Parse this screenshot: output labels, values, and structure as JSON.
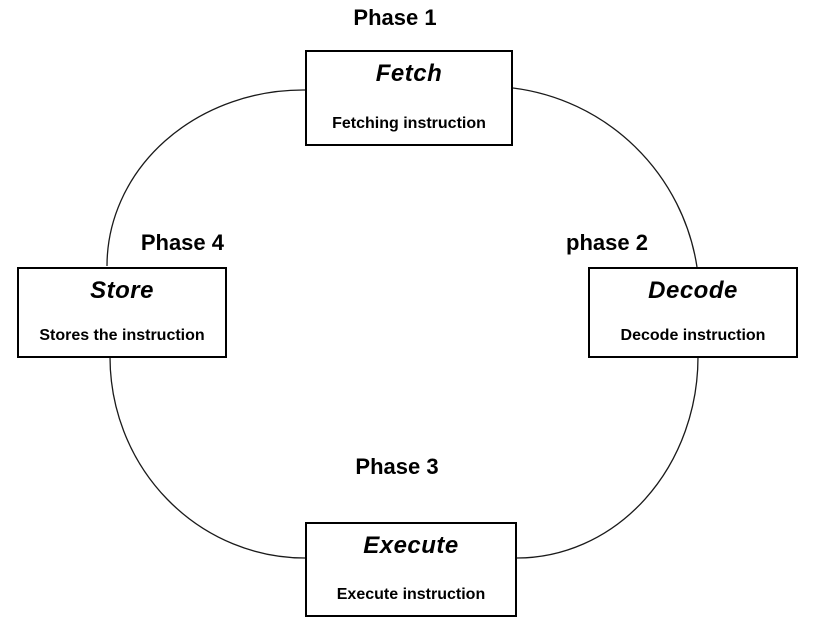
{
  "diagram": {
    "background_color": "#ffffff",
    "stroke_color": "#1a1a1a",
    "box_border_color": "#000000",
    "phases": [
      {
        "label": "Phase 1",
        "title": "Fetch",
        "description": "Fetching instruction"
      },
      {
        "label": "phase 2",
        "title": "Decode",
        "description": "Decode instruction"
      },
      {
        "label": "Phase 3",
        "title": "Execute",
        "description": "Execute instruction"
      },
      {
        "label": "Phase 4",
        "title": "Store",
        "description": "Stores the instruction"
      }
    ]
  }
}
